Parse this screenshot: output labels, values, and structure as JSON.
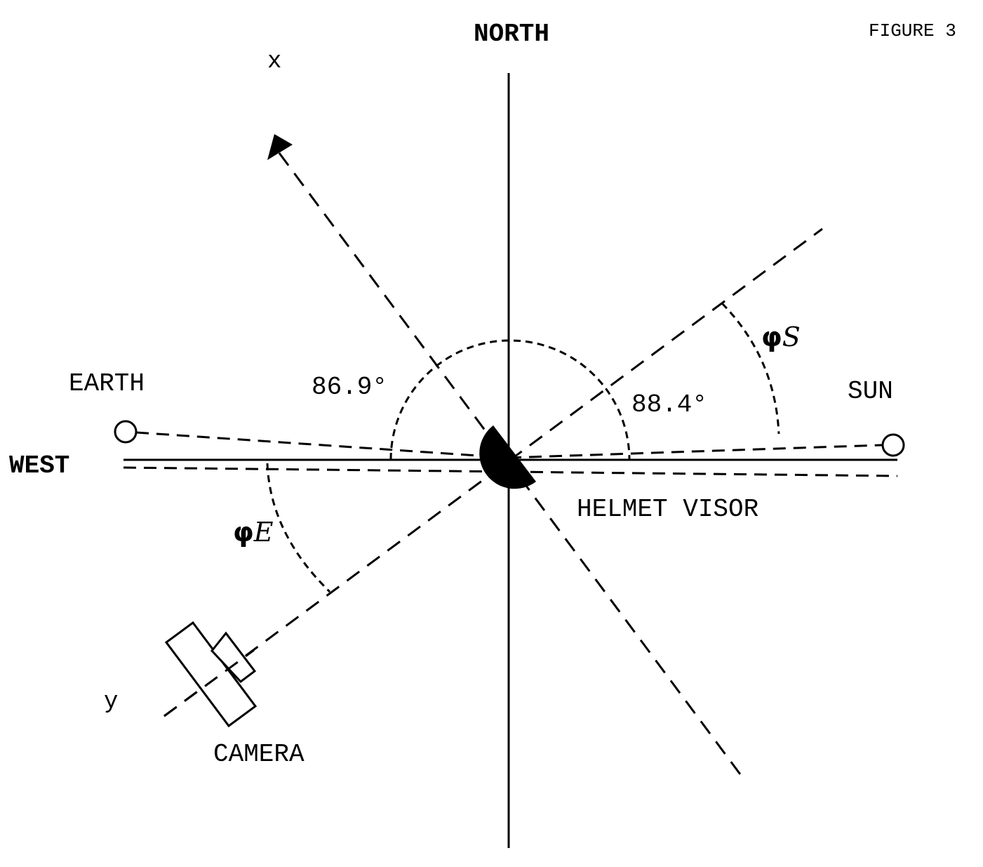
{
  "figure_label": "FIGURE 3",
  "labels": {
    "north": "NORTH",
    "west": "WEST",
    "x_axis": "x",
    "y_axis": "y",
    "earth": "EARTH",
    "sun": "SUN",
    "camera": "CAMERA",
    "helmet_visor": "HELMET VISOR",
    "angle_left": "86.9°",
    "angle_right": "88.4°",
    "phi_e_symbol": "φ",
    "phi_e_subscript": "E",
    "phi_s_symbol": "φ",
    "phi_s_subscript": "S"
  },
  "colors": {
    "ink": "#000000",
    "background": "#ffffff"
  }
}
